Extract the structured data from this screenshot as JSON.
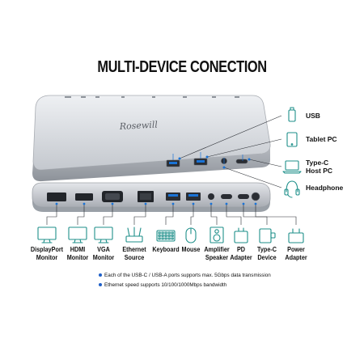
{
  "title": "MULTI-DEVICE CONECTION",
  "brand_logo": "Rosewill",
  "colors": {
    "accent_blue": "#1a73d6",
    "connector_teal": "#1e8f8a",
    "device_silver": "#c9ccd1"
  },
  "right_labels": [
    {
      "id": "usb",
      "text": "USB",
      "icon": "usb-stick-icon"
    },
    {
      "id": "tablet",
      "text": "Tablet PC",
      "icon": "tablet-icon"
    },
    {
      "id": "typec-host",
      "text": "Type-C\nHost PC",
      "icon": "laptop-icon"
    },
    {
      "id": "headphone",
      "text": "Headphone",
      "icon": "headset-icon"
    }
  ],
  "bottom_labels": [
    {
      "id": "displayport",
      "text": "DisplayPort\nMonitor",
      "icon": "monitor-icon"
    },
    {
      "id": "hdmi",
      "text": "HDMI\nMonitor",
      "icon": "monitor-icon"
    },
    {
      "id": "vga",
      "text": "VGA\nMonitor",
      "icon": "monitor-icon"
    },
    {
      "id": "ethernet",
      "text": "Ethernet\nSource",
      "icon": "router-icon"
    },
    {
      "id": "keyboard",
      "text": "Keyboard",
      "icon": "keyboard-icon"
    },
    {
      "id": "mouse",
      "text": "Mouse",
      "icon": "mouse-icon"
    },
    {
      "id": "amplifier",
      "text": "Amplifier\nSpeaker",
      "icon": "speaker-icon"
    },
    {
      "id": "pd",
      "text": "PD\nAdapter",
      "icon": "power-adapter-icon"
    },
    {
      "id": "typec-device",
      "text": "Type-C\nDevice",
      "icon": "usb-c-device-icon"
    },
    {
      "id": "power",
      "text": "Power\nAdapter",
      "icon": "power-plug-icon"
    }
  ],
  "notes": [
    "Each of the USB-C / USB-A ports supports max. 5Gbps data transmission",
    "Ethernet speed supports 10/100/1000Mbps bandwidth"
  ]
}
